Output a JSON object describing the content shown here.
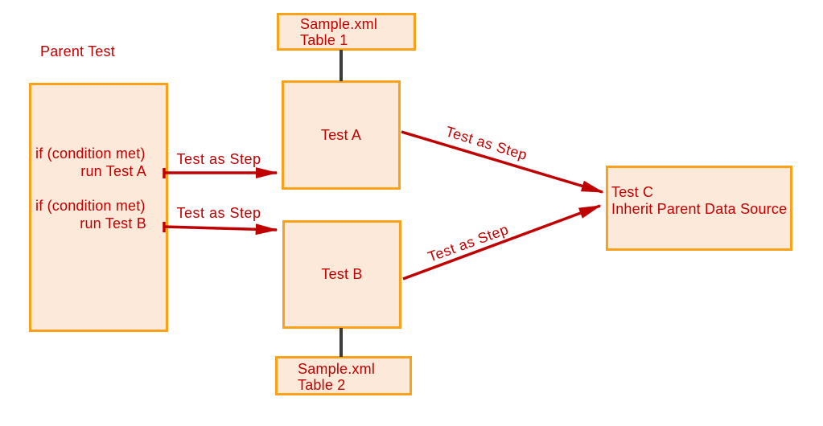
{
  "colors": {
    "bg": "#FFFFFF",
    "border": "#F9A11B",
    "fill": "#FCE9DA",
    "text": "#C00000",
    "arrow": "#C00000",
    "connector": "#3A3A3A"
  },
  "title": {
    "parent_label": "Parent Test"
  },
  "nodes": {
    "parent_logic": {
      "if_a": "if (condition met)",
      "run_a": "run Test A",
      "if_b": "if (condition met)",
      "run_b": "run Test B"
    },
    "sample_table_1": {
      "line1": "Sample.xml",
      "line2": "Table 1"
    },
    "test_a": {
      "label": "Test A"
    },
    "test_b": {
      "label": "Test B"
    },
    "sample_table_2": {
      "line1": "Sample.xml",
      "line2": "Table 2"
    },
    "test_c": {
      "line1": "Test C",
      "line2": "Inherit Parent Data Source"
    }
  },
  "edges": {
    "parent_to_test_a": {
      "label": "Test as Step"
    },
    "parent_to_test_b": {
      "label": "Test as Step"
    },
    "test_a_to_test_c": {
      "label": "Test as Step"
    },
    "test_b_to_test_c": {
      "label": "Test as Step"
    }
  }
}
